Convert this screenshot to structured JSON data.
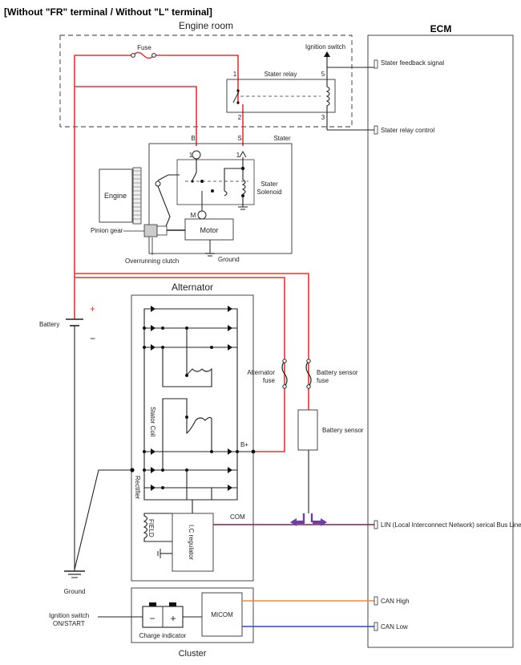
{
  "title": "[Without \"FR\" terminal / Without \"L\" terminal]",
  "sections": {
    "engine_room": "Engine room",
    "ecm": "ECM",
    "alternator": "Alternator",
    "cluster": "Cluster"
  },
  "labels": {
    "fuse": "Fuse",
    "ignition_switch": "Ignition switch",
    "stater_relay": "Stater relay",
    "relay_pin_1": "1",
    "relay_pin_5": "5",
    "relay_pin_2": "2",
    "relay_pin_3": "3",
    "stater": "Stater",
    "stater_b": "B",
    "stater_s": "S",
    "stater_pin_1a": "1",
    "stater_pin_1b": "1",
    "stater_m": "M",
    "stater_solenoid_1": "Stater",
    "stater_solenoid_2": "Solenoid",
    "engine": "Engine",
    "pinion_gear": "Pinion gear",
    "motor": "Motor",
    "ground_starter": "Ground",
    "overrunning_clutch": "Overrunning clutch",
    "battery": "Battery",
    "battery_plus": "+",
    "battery_minus": "−",
    "alternator_fuse_1": "Alternator",
    "alternator_fuse_2": "fuse",
    "battery_sensor_fuse_1": "Battery sensor",
    "battery_sensor_fuse_2": "fuse",
    "battery_sensor": "Battery sensor",
    "stator_coil": "Stator Coil",
    "rectifier": "Rectifier",
    "b_plus": "B+",
    "com": "COM",
    "field": "FIELD",
    "ic_regulator": "I.C regulator",
    "ground_main": "Ground",
    "ignition_on_start_1": "Ignition switch",
    "ignition_on_start_2": "ON/START",
    "micom": "MICOM",
    "charge_indicator": "Charge indicator",
    "charge_minus": "−",
    "charge_plus": "+"
  },
  "ecm_signals": {
    "feedback": "Stater feedback signal",
    "relay_control": "Stater relay control",
    "lin": "LIN (Local Interconnect Network) serical Bus Line",
    "can_high": "CAN High",
    "can_low": "CAN Low"
  },
  "colors": {
    "power_wire": "#e8352f",
    "can_high": "#f08a3c",
    "can_low": "#2f46d0",
    "lin_wire": "#8a1f4a",
    "lin_arrows": "#6a3fa8"
  }
}
